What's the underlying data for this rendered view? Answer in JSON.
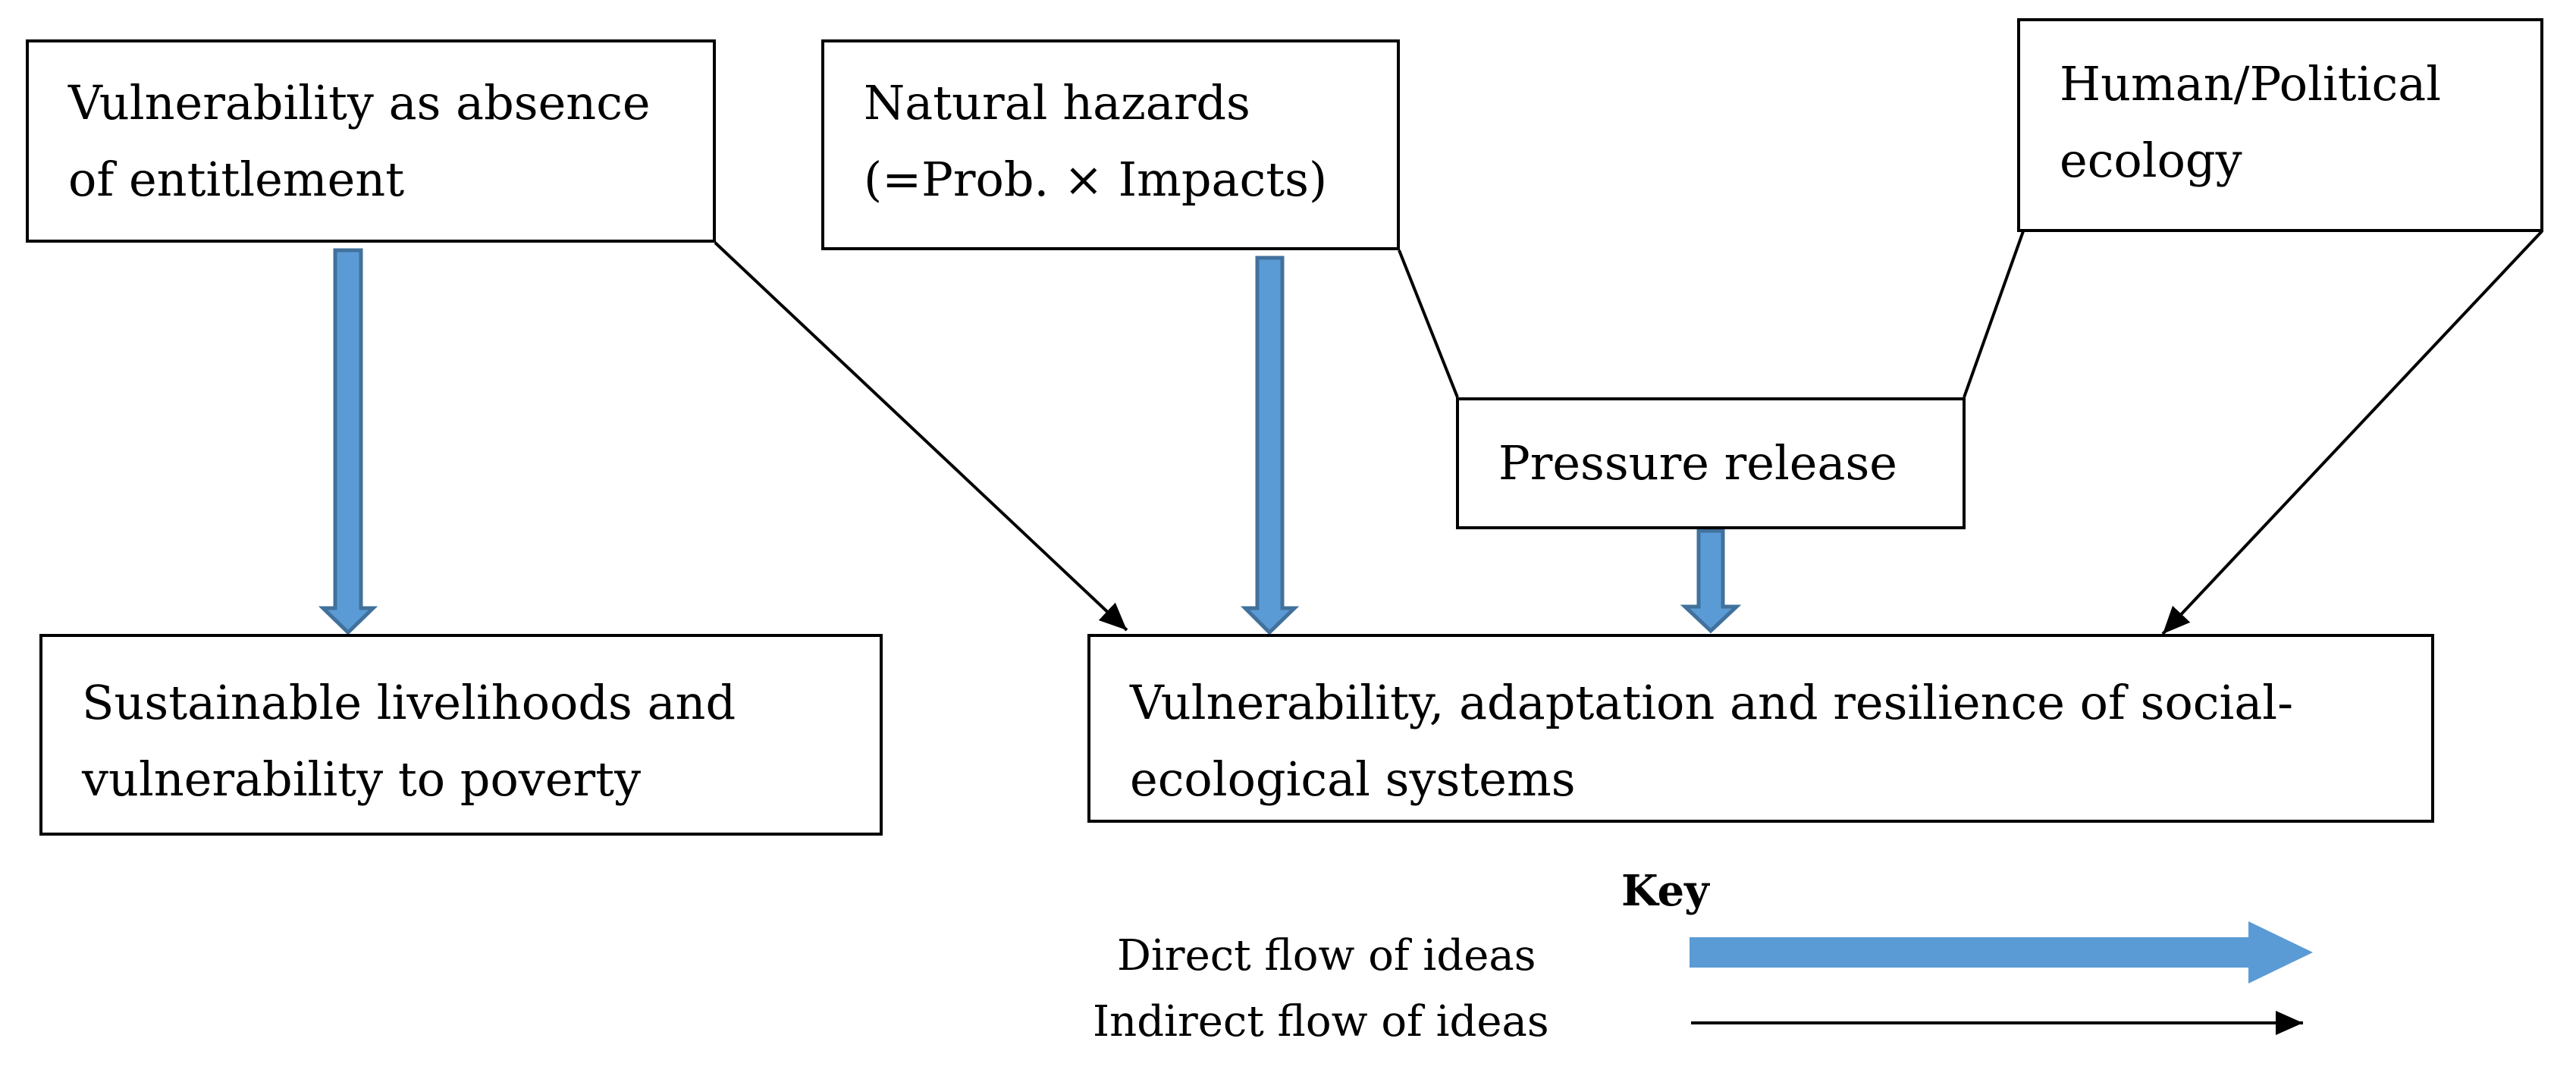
{
  "nodes": {
    "entitlement": {
      "lines": [
        "Vulnerability as absence",
        "of entitlement"
      ]
    },
    "hazards": {
      "lines": [
        "Natural hazards",
        "(=Prob. × Impacts)"
      ]
    },
    "political": {
      "lines": [
        "Human/Political",
        "ecology"
      ]
    },
    "pressure": {
      "lines": [
        "Pressure release"
      ]
    },
    "livelihoods": {
      "lines": [
        "Sustainable livelihoods and",
        "vulnerability to poverty"
      ]
    },
    "ses": {
      "lines": [
        "Vulnerability, adaptation and resilience of social-",
        "ecological systems"
      ]
    }
  },
  "edges": [
    {
      "from": "entitlement",
      "to": "livelihoods",
      "type": "direct"
    },
    {
      "from": "entitlement",
      "to": "ses",
      "type": "indirect"
    },
    {
      "from": "hazards",
      "to": "ses",
      "type": "direct"
    },
    {
      "from": "hazards",
      "to": "pressure",
      "type": "link"
    },
    {
      "from": "political",
      "to": "pressure",
      "type": "link"
    },
    {
      "from": "pressure",
      "to": "ses",
      "type": "direct"
    },
    {
      "from": "political",
      "to": "ses",
      "type": "indirect"
    }
  ],
  "key": {
    "title": "Key",
    "direct_label": "Direct flow of ideas",
    "indirect_label": "Indirect flow of ideas"
  },
  "colors": {
    "direct_arrow_fill": "#5b9bd5",
    "direct_arrow_stroke": "#41719c",
    "key_arrow_fill": "#5b9bd5",
    "line": "#000000"
  }
}
